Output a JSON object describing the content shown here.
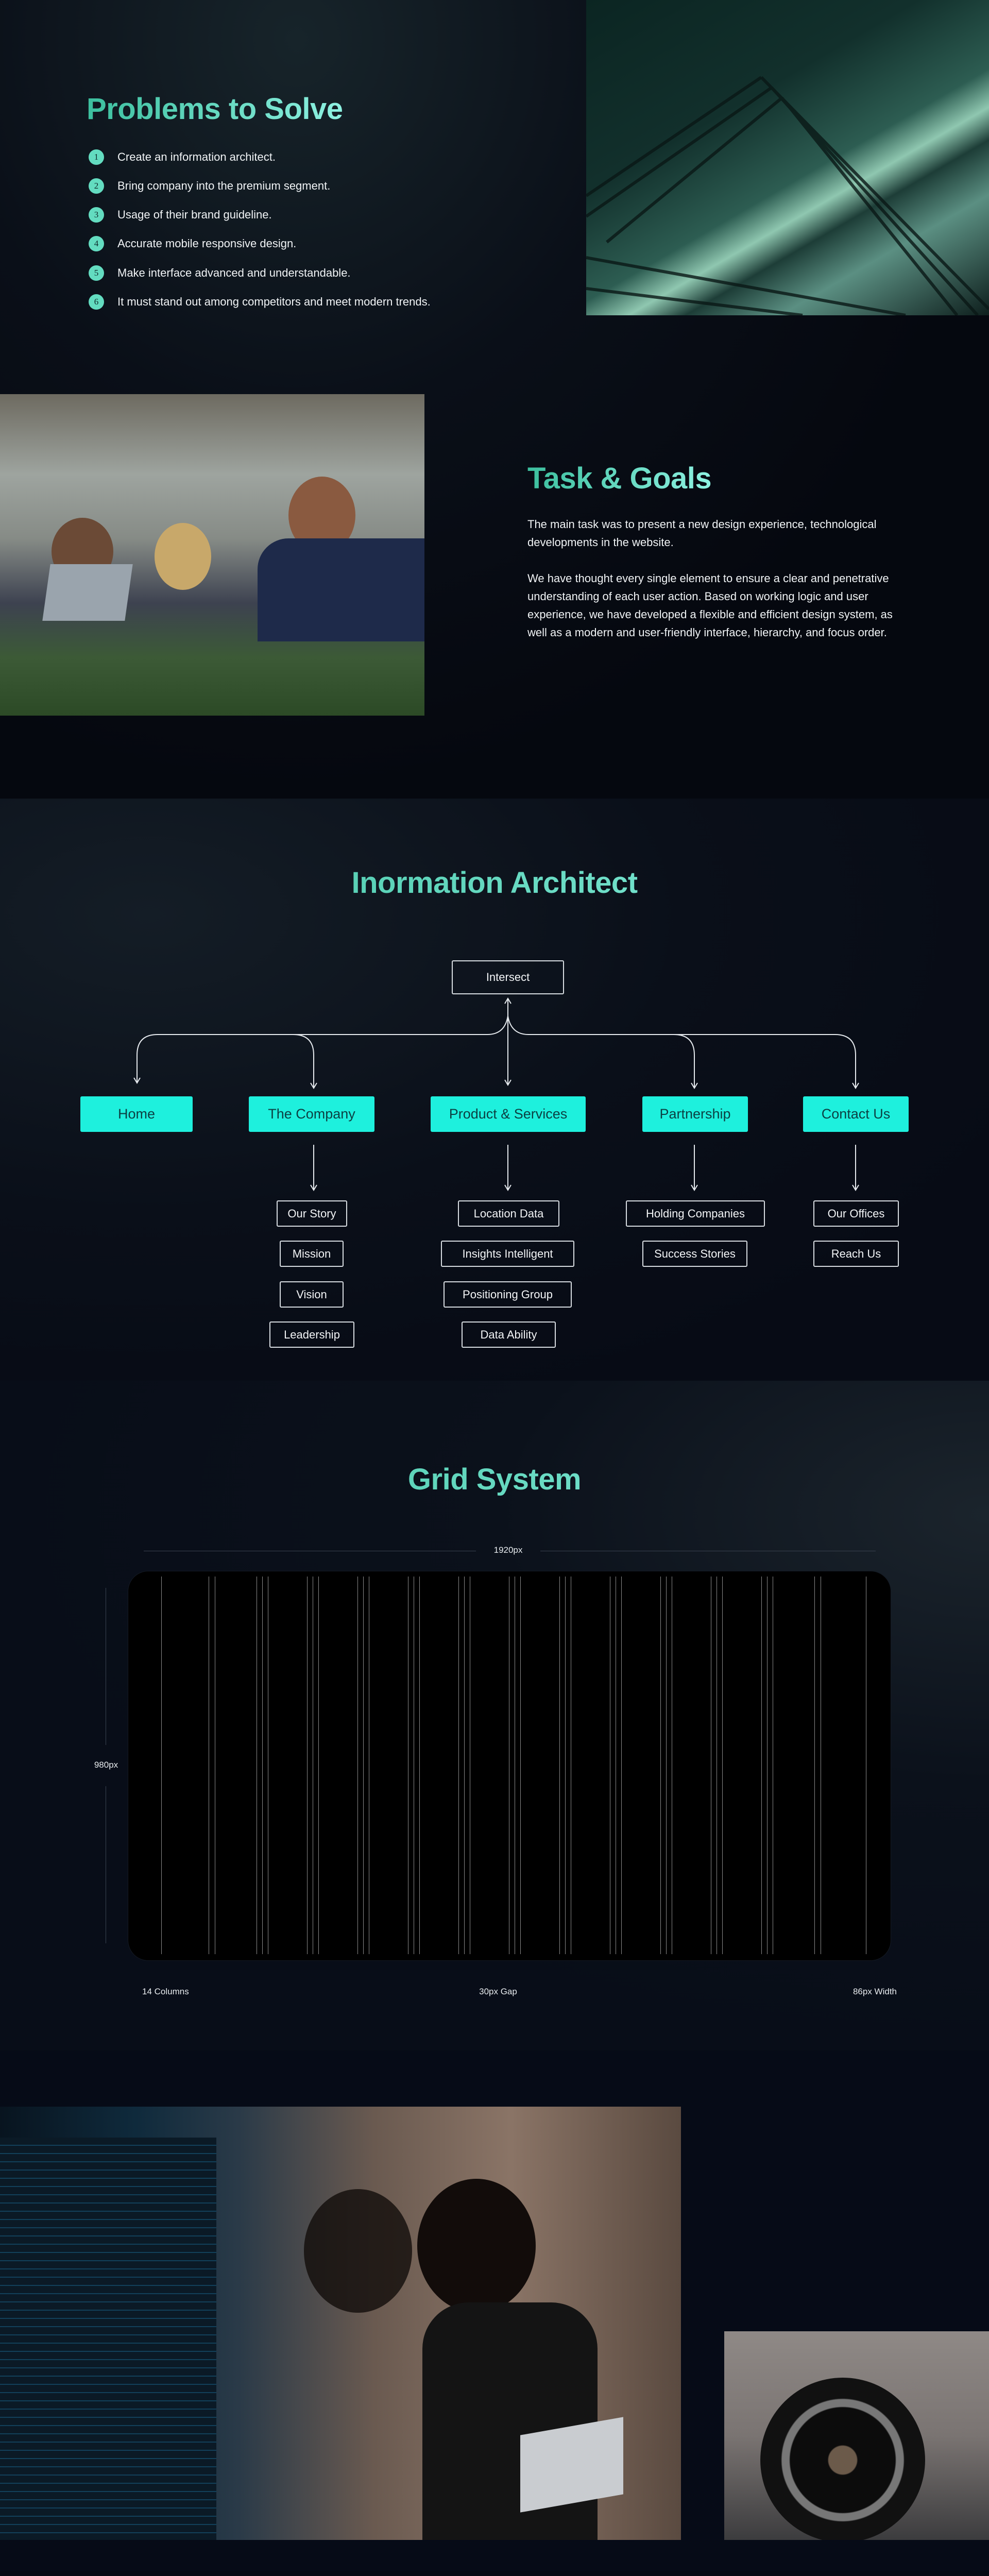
{
  "problems": {
    "title": "Problems to Solve",
    "items": [
      {
        "num": "1",
        "text": "Create an information architect."
      },
      {
        "num": "2",
        "text": "Bring company into the premium segment."
      },
      {
        "num": "3",
        "text": "Usage of their brand guideline."
      },
      {
        "num": "4",
        "text": "Accurate mobile responsive design."
      },
      {
        "num": "5",
        "text": "Make interface advanced and understandable."
      },
      {
        "num": "6",
        "text": "It must stand out among competitors and meet modern trends."
      }
    ]
  },
  "task": {
    "title": "Task & Goals",
    "p1": "The main task was to present a new design experience, technological developments in the website.",
    "p2": "We have thought every single element to ensure a clear and penetrative understanding of each user action. Based on working logic and user experience, we have developed a flexible and efficient design system, as well as a modern and user-friendly interface, hierarchy, and focus order."
  },
  "ia": {
    "title": "Inormation Architect",
    "root": "Intersect",
    "level1": [
      "Home",
      "The Company",
      "Product & Services",
      "Partnership",
      "Contact Us"
    ],
    "company": [
      "Our Story",
      "Mission",
      "Vision",
      "Leadership"
    ],
    "products": [
      "Location Data",
      "Insights Intelligent",
      "Positioning Group",
      "Data Ability"
    ],
    "partnership": [
      "Holding Companies",
      "Success Stories"
    ],
    "contact": [
      "Our Offices",
      "Reach Us"
    ]
  },
  "grid": {
    "title": "Grid System",
    "width_label": "1920px",
    "height_label": "980px",
    "columns_label": "14 Columns",
    "gap_label": "30px Gap",
    "col_width_label": "86px Width"
  },
  "colors": {
    "accent": "#1ef0dd",
    "title_start": "#3cbf9e",
    "title_end": "#8ef2e2",
    "background": "#060a13"
  }
}
